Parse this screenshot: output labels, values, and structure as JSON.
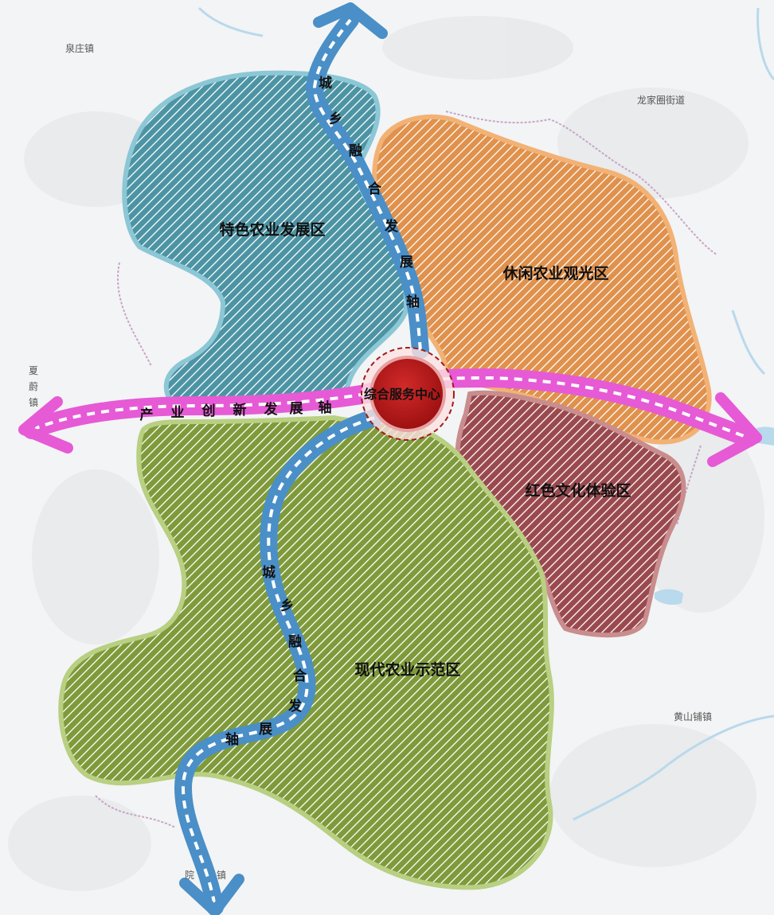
{
  "zones": [
    {
      "id": "teshe",
      "label": "特色农业发展区",
      "color": "#4c94a4",
      "border": "#8cc7d6"
    },
    {
      "id": "xiuxian",
      "label": "休闲农业观光区",
      "color": "#e0914c",
      "border": "#f2b276"
    },
    {
      "id": "hongse",
      "label": "红色文化体验区",
      "color": "#9a4a4f",
      "border": "#c98d8d"
    },
    {
      "id": "xiandai",
      "label": "现代农业示范区",
      "color": "#7f9a3a",
      "border": "#b9cf82"
    }
  ],
  "center": {
    "label": "综合服务中心",
    "color": "#b01c1c"
  },
  "axes": {
    "industry": {
      "chars": [
        "产",
        "业",
        "创",
        "新",
        "发",
        "展",
        "轴"
      ],
      "color": "#e65ad6"
    },
    "urban_north": {
      "chars": [
        "城",
        "乡",
        "融",
        "合",
        "发",
        "展",
        "轴"
      ],
      "color": "#4a8fc7"
    },
    "urban_south": {
      "chars": [
        "城",
        "乡",
        "融",
        "合",
        "发",
        "展",
        "轴"
      ],
      "color": "#4a8fc7"
    }
  },
  "towns": {
    "quanzhuang": "泉庄镇",
    "longjiaquan": "龙家圈街道",
    "xia": "夏",
    "xia2": "蔚",
    "xia3": "镇",
    "huangshanpu": "黄山铺镇",
    "yuan": "院",
    "yuan2": "镇"
  }
}
